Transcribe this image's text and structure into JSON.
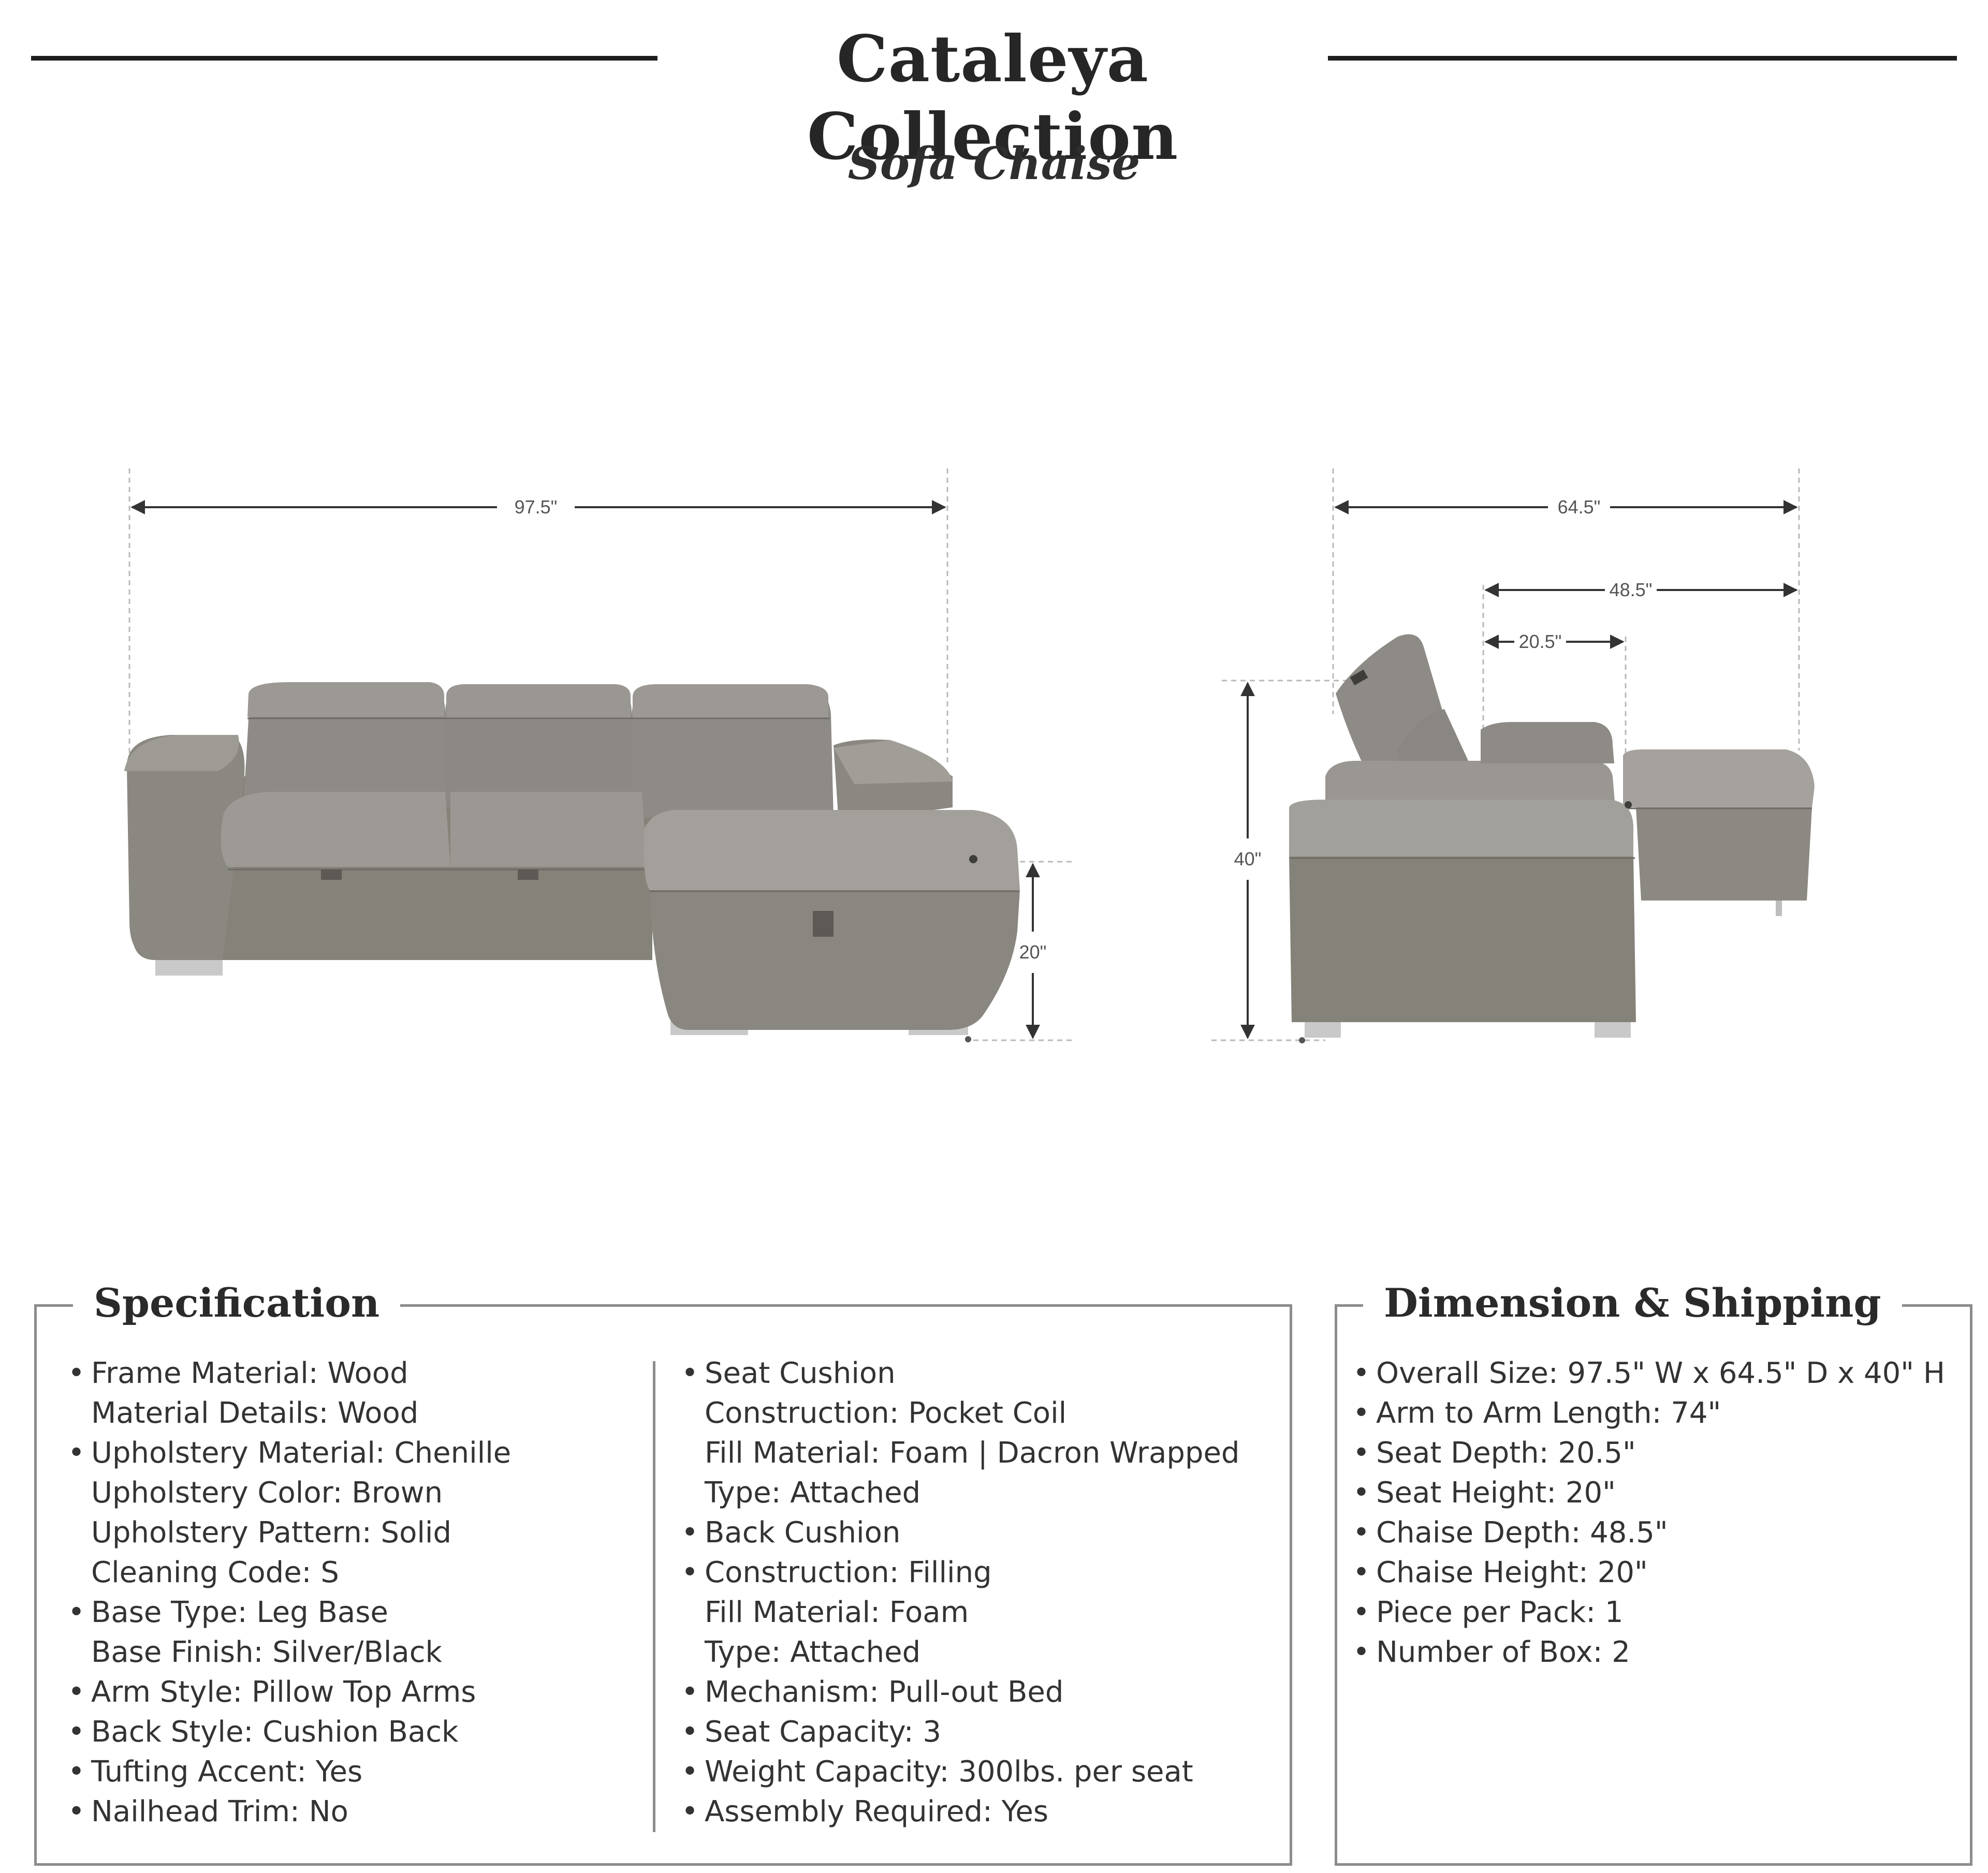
{
  "header": {
    "title": "Cataleya Collection",
    "subtitle": "Sofa Chaise"
  },
  "dimensions_front": {
    "width": "97.5\"",
    "chaise_height": "20\""
  },
  "dimensions_side": {
    "depth": "64.5\"",
    "chaise_depth": "48.5\"",
    "seat_depth": "20.5\"",
    "height": "40\""
  },
  "colors": {
    "upholstery": "#8d8a85",
    "upholstery_dark": "#6e6b66",
    "upholstery_light": "#a7a49f",
    "rule": "#1e1e1e",
    "box_border": "#8c8c8c"
  },
  "specification": {
    "title": "Specification",
    "column1": [
      [
        "Frame Material: Wood",
        "Material Details: Wood"
      ],
      [
        "Upholstery Material: Chenille",
        "Upholstery Color: Brown",
        "Upholstery Pattern: Solid",
        "Cleaning Code: S"
      ],
      [
        "Base Type: Leg Base",
        "Base Finish: Silver/Black"
      ],
      [
        "Arm Style: Pillow Top Arms"
      ],
      [
        "Back Style: Cushion Back"
      ],
      [
        "Tufting Accent: Yes"
      ],
      [
        "Nailhead Trim: No"
      ]
    ],
    "column2": [
      [
        "Seat Cushion",
        "Construction: Pocket Coil",
        "Fill Material: Foam | Dacron Wrapped",
        "Type: Attached"
      ],
      [
        "Back Cushion"
      ],
      [
        "Construction: Filling",
        "Fill Material: Foam",
        "Type: Attached"
      ],
      [
        "Mechanism: Pull-out Bed"
      ],
      [
        "Seat Capacity: 3"
      ],
      [
        "Weight Capacity: 300lbs. per seat"
      ],
      [
        "Assembly Required: Yes"
      ]
    ]
  },
  "dimension_shipping": {
    "title": "Dimension & Shipping",
    "items": [
      "Overall Size: 97.5\" W x 64.5\" D x 40\" H",
      "Arm to Arm Length: 74\"",
      "Seat Depth: 20.5\"",
      "Seat Height: 20\"",
      "Chaise Depth: 48.5\"",
      "Chaise Height: 20\"",
      "Piece per Pack: 1",
      "Number of Box: 2"
    ]
  }
}
